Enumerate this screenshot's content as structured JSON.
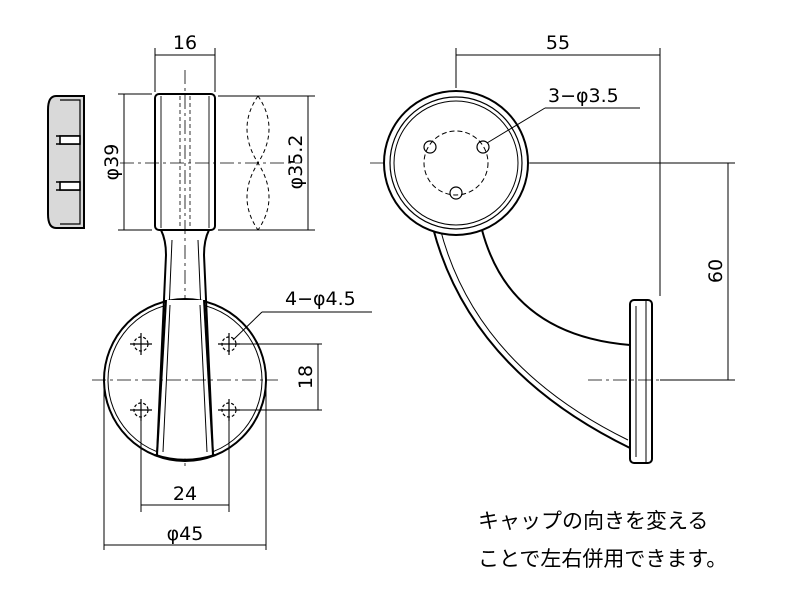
{
  "dimensions": {
    "width_top": "16",
    "cap_diameter": "φ39",
    "pipe_diameter": "φ35.2",
    "base_holes": "4−φ4.5",
    "hole_vertical_spacing": "18",
    "hole_horizontal_spacing": "24",
    "base_diameter": "φ45",
    "projection": "55",
    "ring_holes": "3−φ3.5",
    "height": "60"
  },
  "note": {
    "line1": "キャップの向きを変える",
    "line2": "ことで左右併用できます。"
  },
  "colors": {
    "line": "#000000",
    "background": "#ffffff"
  }
}
